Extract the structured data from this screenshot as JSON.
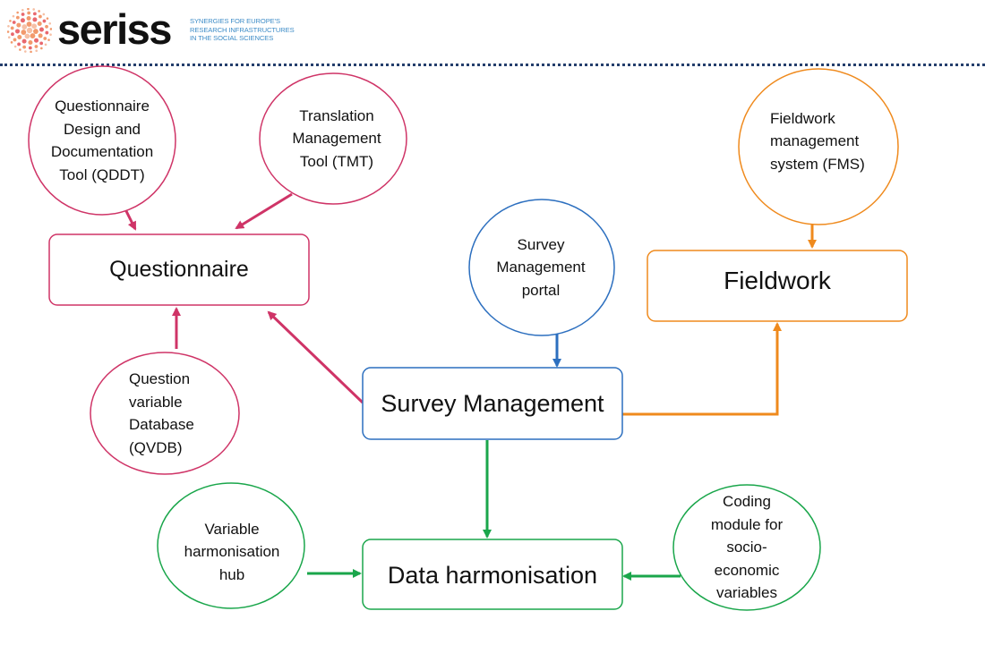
{
  "header": {
    "brand": "seriss",
    "tagline": "SYNERGIES FOR EUROPE'S\nRESEARCH INFRASTRUCTURES\nIN THE SOCIAL SCIENCES",
    "logo_dot_colors": [
      "#e9686e",
      "#f29a6d",
      "#f6c0a6"
    ],
    "divider_color": "#243e6c"
  },
  "colors": {
    "questionnaire": "#cf3467",
    "survey": "#2c6fbf",
    "fieldwork": "#ef8a1d",
    "harmonisation": "#1aa64b"
  },
  "diagram": {
    "boxes": [
      {
        "id": "questionnaire",
        "label": "Questionnaire"
      },
      {
        "id": "survey-management",
        "label": "Survey Management"
      },
      {
        "id": "fieldwork",
        "label": "Fieldwork"
      },
      {
        "id": "data-harmonisation",
        "label": "Data harmonisation"
      }
    ],
    "circles": [
      {
        "id": "qddt",
        "label": "Questionnaire\nDesign and\nDocumentation\nTool (QDDT)"
      },
      {
        "id": "tmt",
        "label": "Translation\nManagement\nTool (TMT)"
      },
      {
        "id": "qvdb",
        "label": "Question\nvariable\nDatabase\n(QVDB)"
      },
      {
        "id": "smp",
        "label": "Survey\nManagement\nportal"
      },
      {
        "id": "fms",
        "label": "Fieldwork\nmanagement\nsystem (FMS)"
      },
      {
        "id": "vhh",
        "label": "Variable\nharmonisation\nhub"
      },
      {
        "id": "coding",
        "label": "Coding\nmodule for\nsocio-\neconomic\nvariables"
      }
    ]
  }
}
